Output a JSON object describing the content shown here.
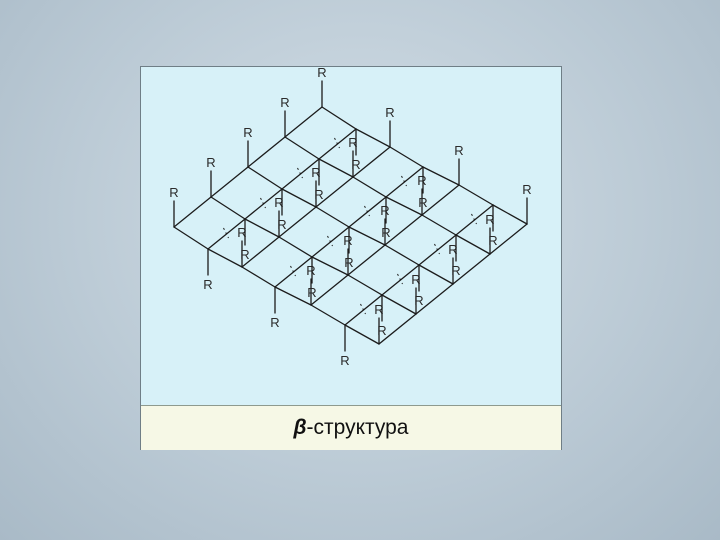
{
  "figure": {
    "r_label": "R",
    "caption": {
      "symbol": "β",
      "text": "-структура"
    }
  },
  "colors": {
    "page_background": "#bccbd6",
    "diagram_background": "#d7f1f8",
    "caption_background": "#f6f8e6",
    "line": "#1c1c1c"
  }
}
